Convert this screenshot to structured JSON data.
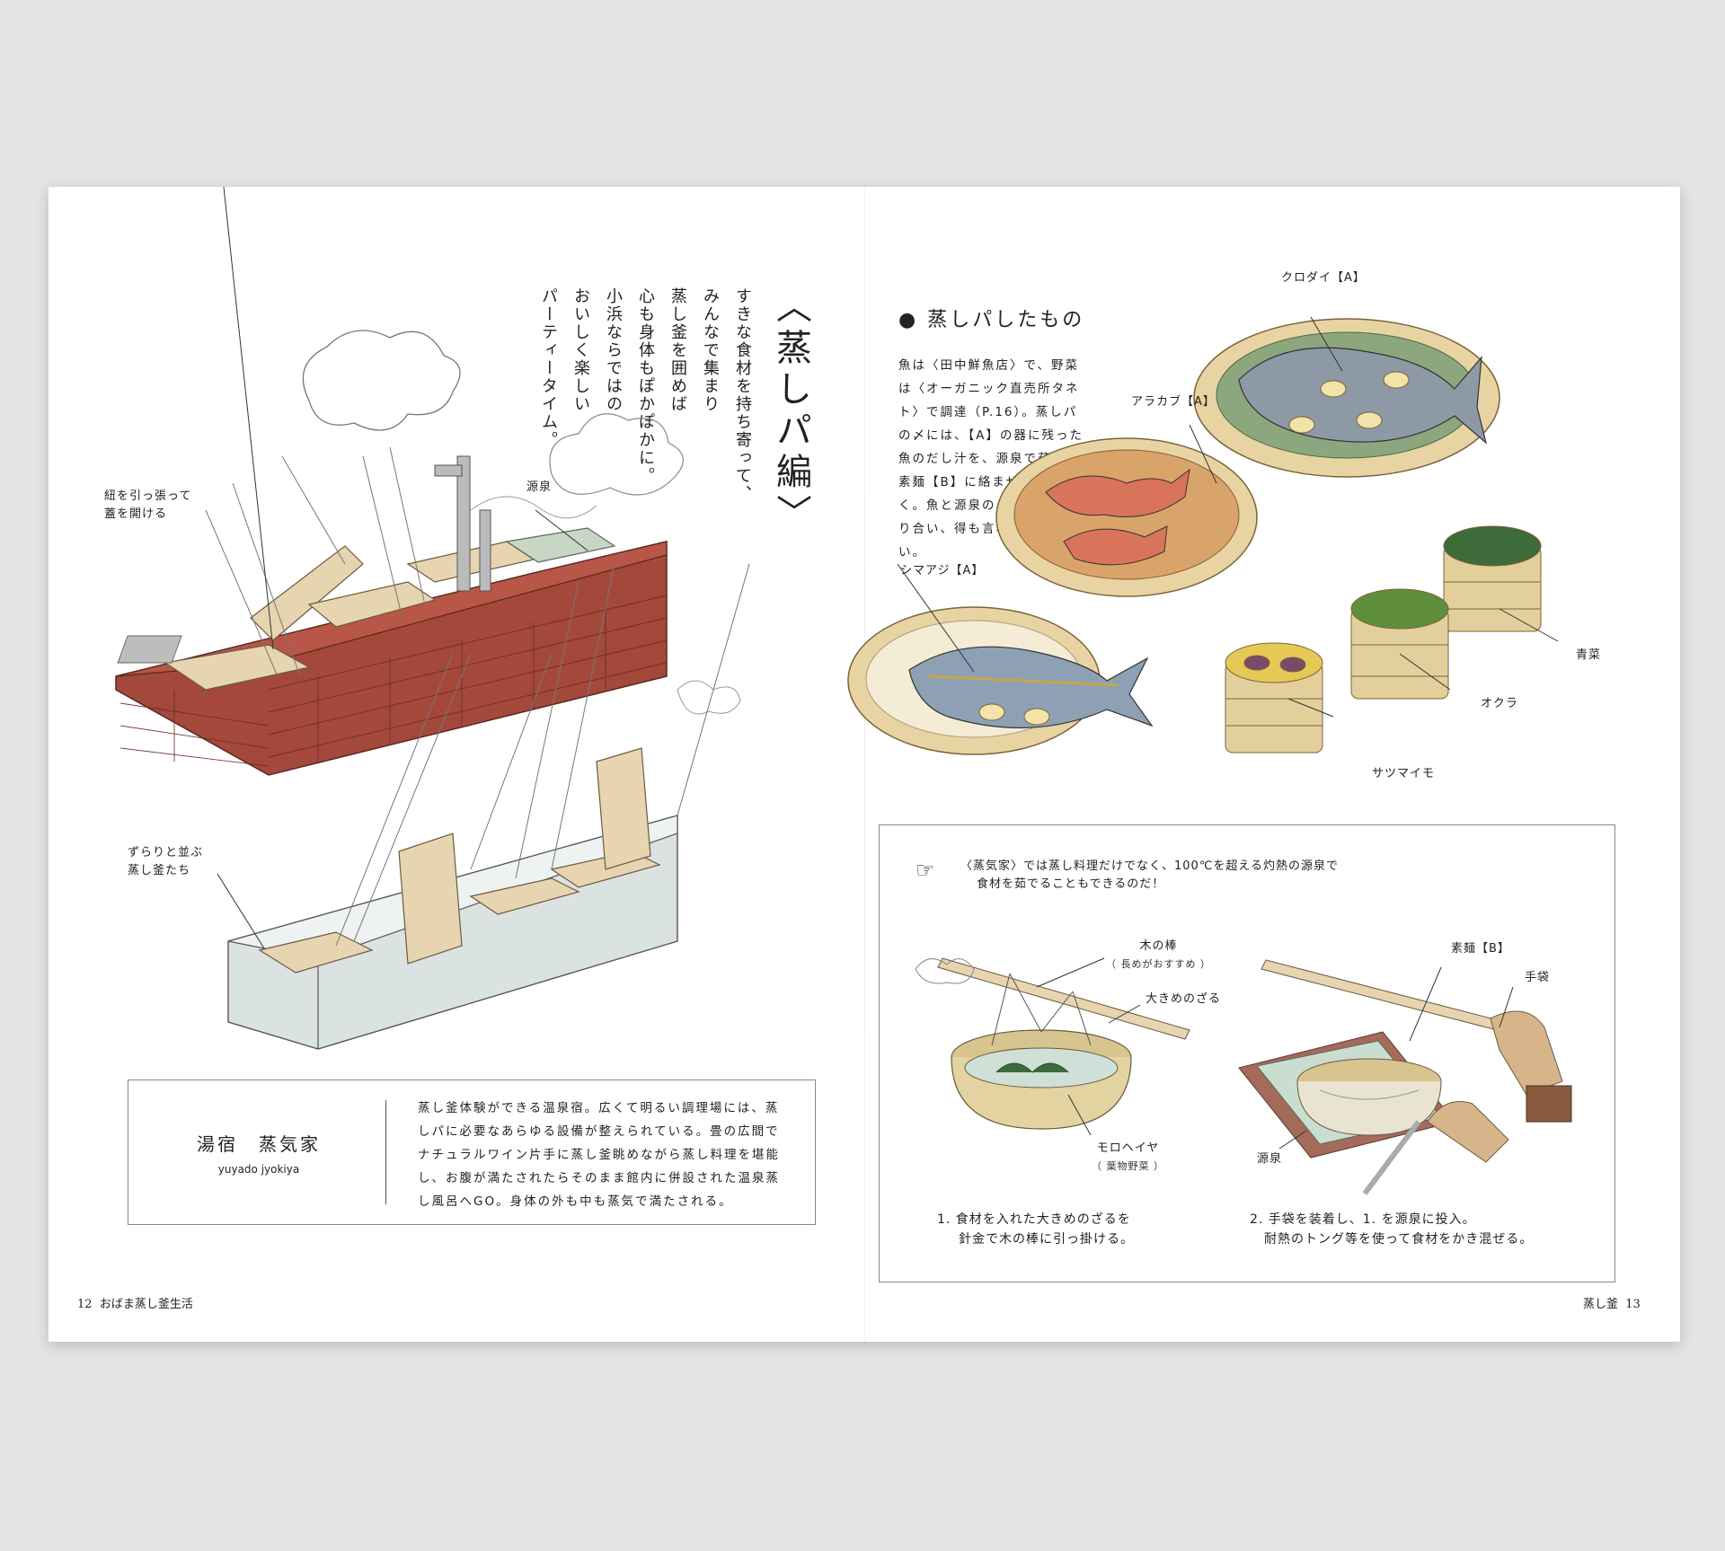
{
  "left_page": {
    "title": "〈蒸しパ編〉",
    "intro_lines": [
      "すきな食材を持ち寄って、",
      "みんなで集まり",
      "蒸し釜を囲めば",
      "心も身体もぽかぽかに。",
      "小浜ならではの",
      "おいしく楽しい",
      "パーティータイム。"
    ],
    "labels": {
      "gensen": "源泉",
      "himo_line1": "紐を引っ張って",
      "himo_line2": "蓋を開ける",
      "zurari_line1": "ずらりと並ぶ",
      "zurari_line2": "蒸し釜たち"
    },
    "info_box": {
      "name": "湯宿　蒸気家",
      "romaji": "yuyado jyokiya",
      "description": "蒸し釜体験ができる温泉宿。広くて明るい調理場には、蒸しパに必要なあらゆる設備が整えられている。畳の広間でナチュラルワイン片手に蒸し釜眺めながら蒸し料理を堪能し、お腹が満たされたらそのまま館内に併設された温泉蒸し風呂へGO。身体の外も中も蒸気で満たされる。"
    },
    "folio_number": "12",
    "folio_title": "おばま蒸し釜生活"
  },
  "right_page": {
    "heading": "● 蒸しパしたもの",
    "body": "魚は〈田中鮮魚店〉で、野菜は〈オーガニック直売所タネト〉で調達（P.16）。蒸しパの〆には、【A】の器に残った魚のだし汁を、源泉で茹でた素麺【B】に絡ませていただく。魚と源泉のうまみが重なり合い、得も言われぬ味わい。",
    "food_labels": {
      "kurodai": "クロダイ【A】",
      "arakabu": "アラカブ【A】",
      "shimaaji": "シマアジ【A】",
      "aona": "青菜",
      "okura": "オクラ",
      "satsumaimo": "サツマイモ"
    },
    "tip_box": {
      "tip_line1": "〈蒸気家〉では蒸し料理だけでなく、100℃を超える灼熱の源泉で",
      "tip_line2": "食材を茹でることもできるのだ！",
      "labels": {
        "kinobou": "木の棒",
        "kinobou_note": "（ 長めがおすすめ ）",
        "ookimezaru": "大きめのざる",
        "moroheiya": "モロヘイヤ",
        "moroheiya_note": "（ 葉物野菜 ）",
        "somen": "素麺【B】",
        "tebukuro": "手袋",
        "gensen": "源泉"
      },
      "step1_line1": "1.  食材を入れた大きめのざるを",
      "step1_line2": "針金で木の棒に引っ掛ける。",
      "step2_line1": "2.  手袋を装着し、1. を源泉に投入。",
      "step2_line2": "耐熱のトング等を使って食材をかき混ぜる。"
    },
    "folio_title": "蒸し釜",
    "folio_number": "13"
  },
  "colors": {
    "brick": "#a4483b",
    "wood": "#e6d5b0",
    "concrete": "#dbe2e2",
    "plate": "#e8d4a2",
    "fish_red": "#d9745a",
    "fish_blue": "#8ea1b4",
    "greens": "#3e6b3a"
  }
}
